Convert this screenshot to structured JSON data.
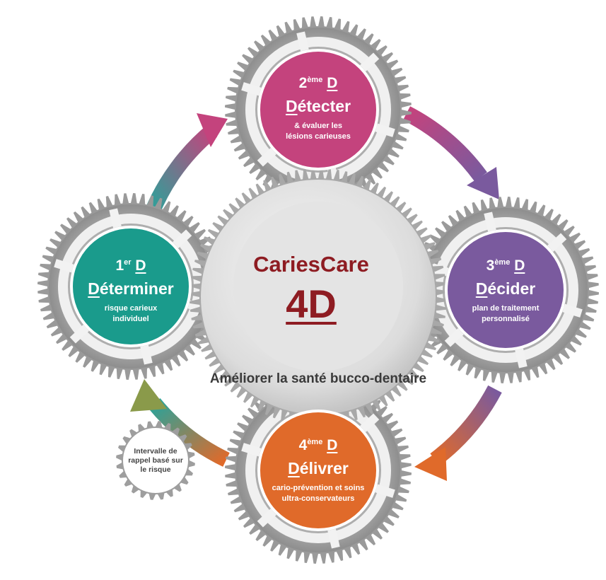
{
  "center": {
    "brand": "CariesCare",
    "brand_sub": "4D",
    "slogan": "Améliorer la santé bucco-dentaire"
  },
  "steps": [
    {
      "id": "determiner",
      "number": "1",
      "suffix": "er",
      "letter": "D",
      "verb_initial": "D",
      "verb_rest": "éterminer",
      "desc_lines": [
        "risque carieux",
        "individuel"
      ],
      "color": "#1a9b8c"
    },
    {
      "id": "detecter",
      "number": "2",
      "suffix": "ème",
      "letter": "D",
      "verb_initial": "D",
      "verb_rest": "étecter",
      "desc_lines": [
        "& évaluer les",
        "lésions carieuses"
      ],
      "color": "#c4437d"
    },
    {
      "id": "decider",
      "number": "3",
      "suffix": "ème",
      "letter": "D",
      "verb_initial": "D",
      "verb_rest": "écider",
      "desc_lines": [
        "plan de traitement",
        "personnalisé"
      ],
      "color": "#7a5a9e"
    },
    {
      "id": "delivrer",
      "number": "4",
      "suffix": "ème",
      "letter": "D",
      "verb_initial": "D",
      "verb_rest": "élivrer",
      "desc_lines": [
        "cario-prévention et soins",
        "ultra-conservateurs"
      ],
      "color": "#e06a2a"
    }
  ],
  "recall": {
    "lines": [
      "Intervalle de",
      "rappel basé sur",
      "le risque"
    ]
  },
  "colors": {
    "brand": "#8e1c22",
    "gear": "#a3a3a3",
    "arrow_teal": "#2aa39a",
    "arrow_pink": "#c4437d",
    "arrow_purple": "#7a5a9e",
    "arrow_orange": "#e06a2a",
    "arrow_olive": "#8a9a4a"
  }
}
